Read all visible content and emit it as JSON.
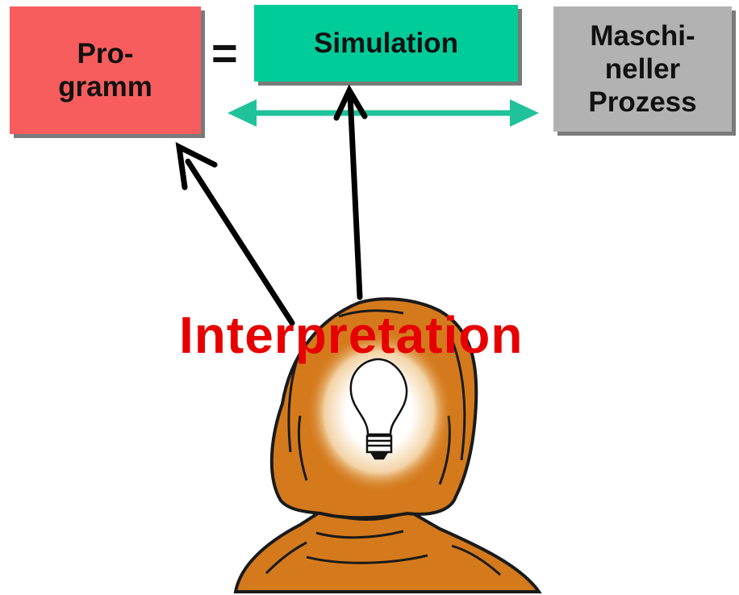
{
  "boxes": {
    "programm": {
      "label": "Pro-\ngramm",
      "color": "#f75d5d"
    },
    "simulation": {
      "label": "Simulation",
      "color": "#00cc99"
    },
    "maschine": {
      "label": "Maschi-\nneller\nProzess",
      "color": "#b2b2b2"
    }
  },
  "equals_sign": "=",
  "interpretation": {
    "label": "Interpretation",
    "color": "#e60000"
  },
  "colors": {
    "double_arrow": "#1fc29a",
    "black_arrows": "#000000",
    "head": "#d47a1c",
    "head_outline": "#1a1a1a",
    "glow": "#ffffff"
  },
  "icons": [
    "double-arrow-icon",
    "arrow-to-programm-icon",
    "arrow-to-simulation-icon",
    "person-head-icon",
    "light-bulb-icon"
  ]
}
